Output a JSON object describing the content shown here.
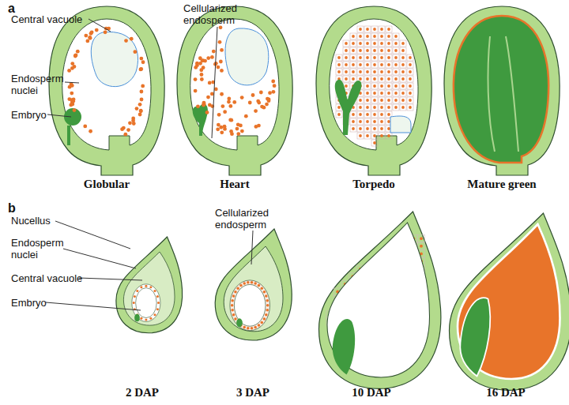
{
  "diagram": {
    "labels": [
      "a",
      "Central vacuole",
      "Endosperm nuclei",
      "Embryo",
      "Cellularized endosperm",
      "Globular",
      "Heart",
      "Torpedo",
      "Mature green",
      "b",
      "Nucellus",
      "Endosperm nuclei",
      "Central vacuole",
      "Embryo",
      "Cellularized endosperm",
      "2 DAP",
      "3 DAP",
      "10 DAP",
      "16 DAP"
    ]
  }
}
